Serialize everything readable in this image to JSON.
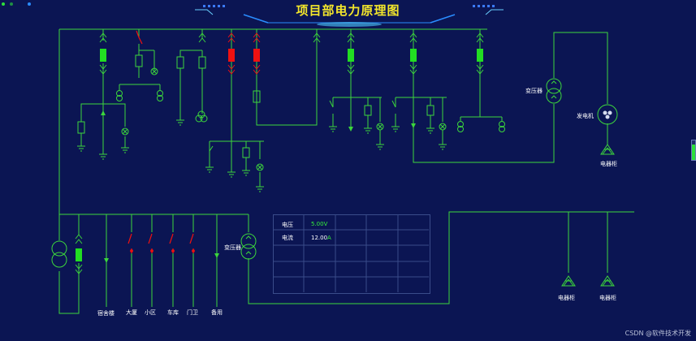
{
  "title": "项目部电力原理图",
  "colors": {
    "line": "#3cd63c",
    "breaker_closed": "#22dd22",
    "breaker_open": "#ee1111",
    "background": "#0b1553",
    "title": "#f3e62b"
  },
  "labels": {
    "transformer_right": "变压器",
    "generator": "发电机",
    "cabinet_right_top": "电器柜",
    "transformer_left": "变压器",
    "feeder_dormitory": "宿舍楼",
    "feeder_building": "大厦",
    "feeder_community": "小区",
    "feeder_garage": "车库",
    "feeder_gate": "门卫",
    "feeder_spare": "备用",
    "cabinet_bottom_1": "电器柜",
    "cabinet_bottom_2": "电器柜"
  },
  "table": {
    "rows": [
      {
        "label": "电压",
        "value": "5.00V",
        "unit": ""
      },
      {
        "label": "电流",
        "value": "12.00",
        "unit": "A"
      }
    ]
  },
  "gauge": {
    "level": 0.8
  },
  "watermark": "CSDN @软件技术开发"
}
